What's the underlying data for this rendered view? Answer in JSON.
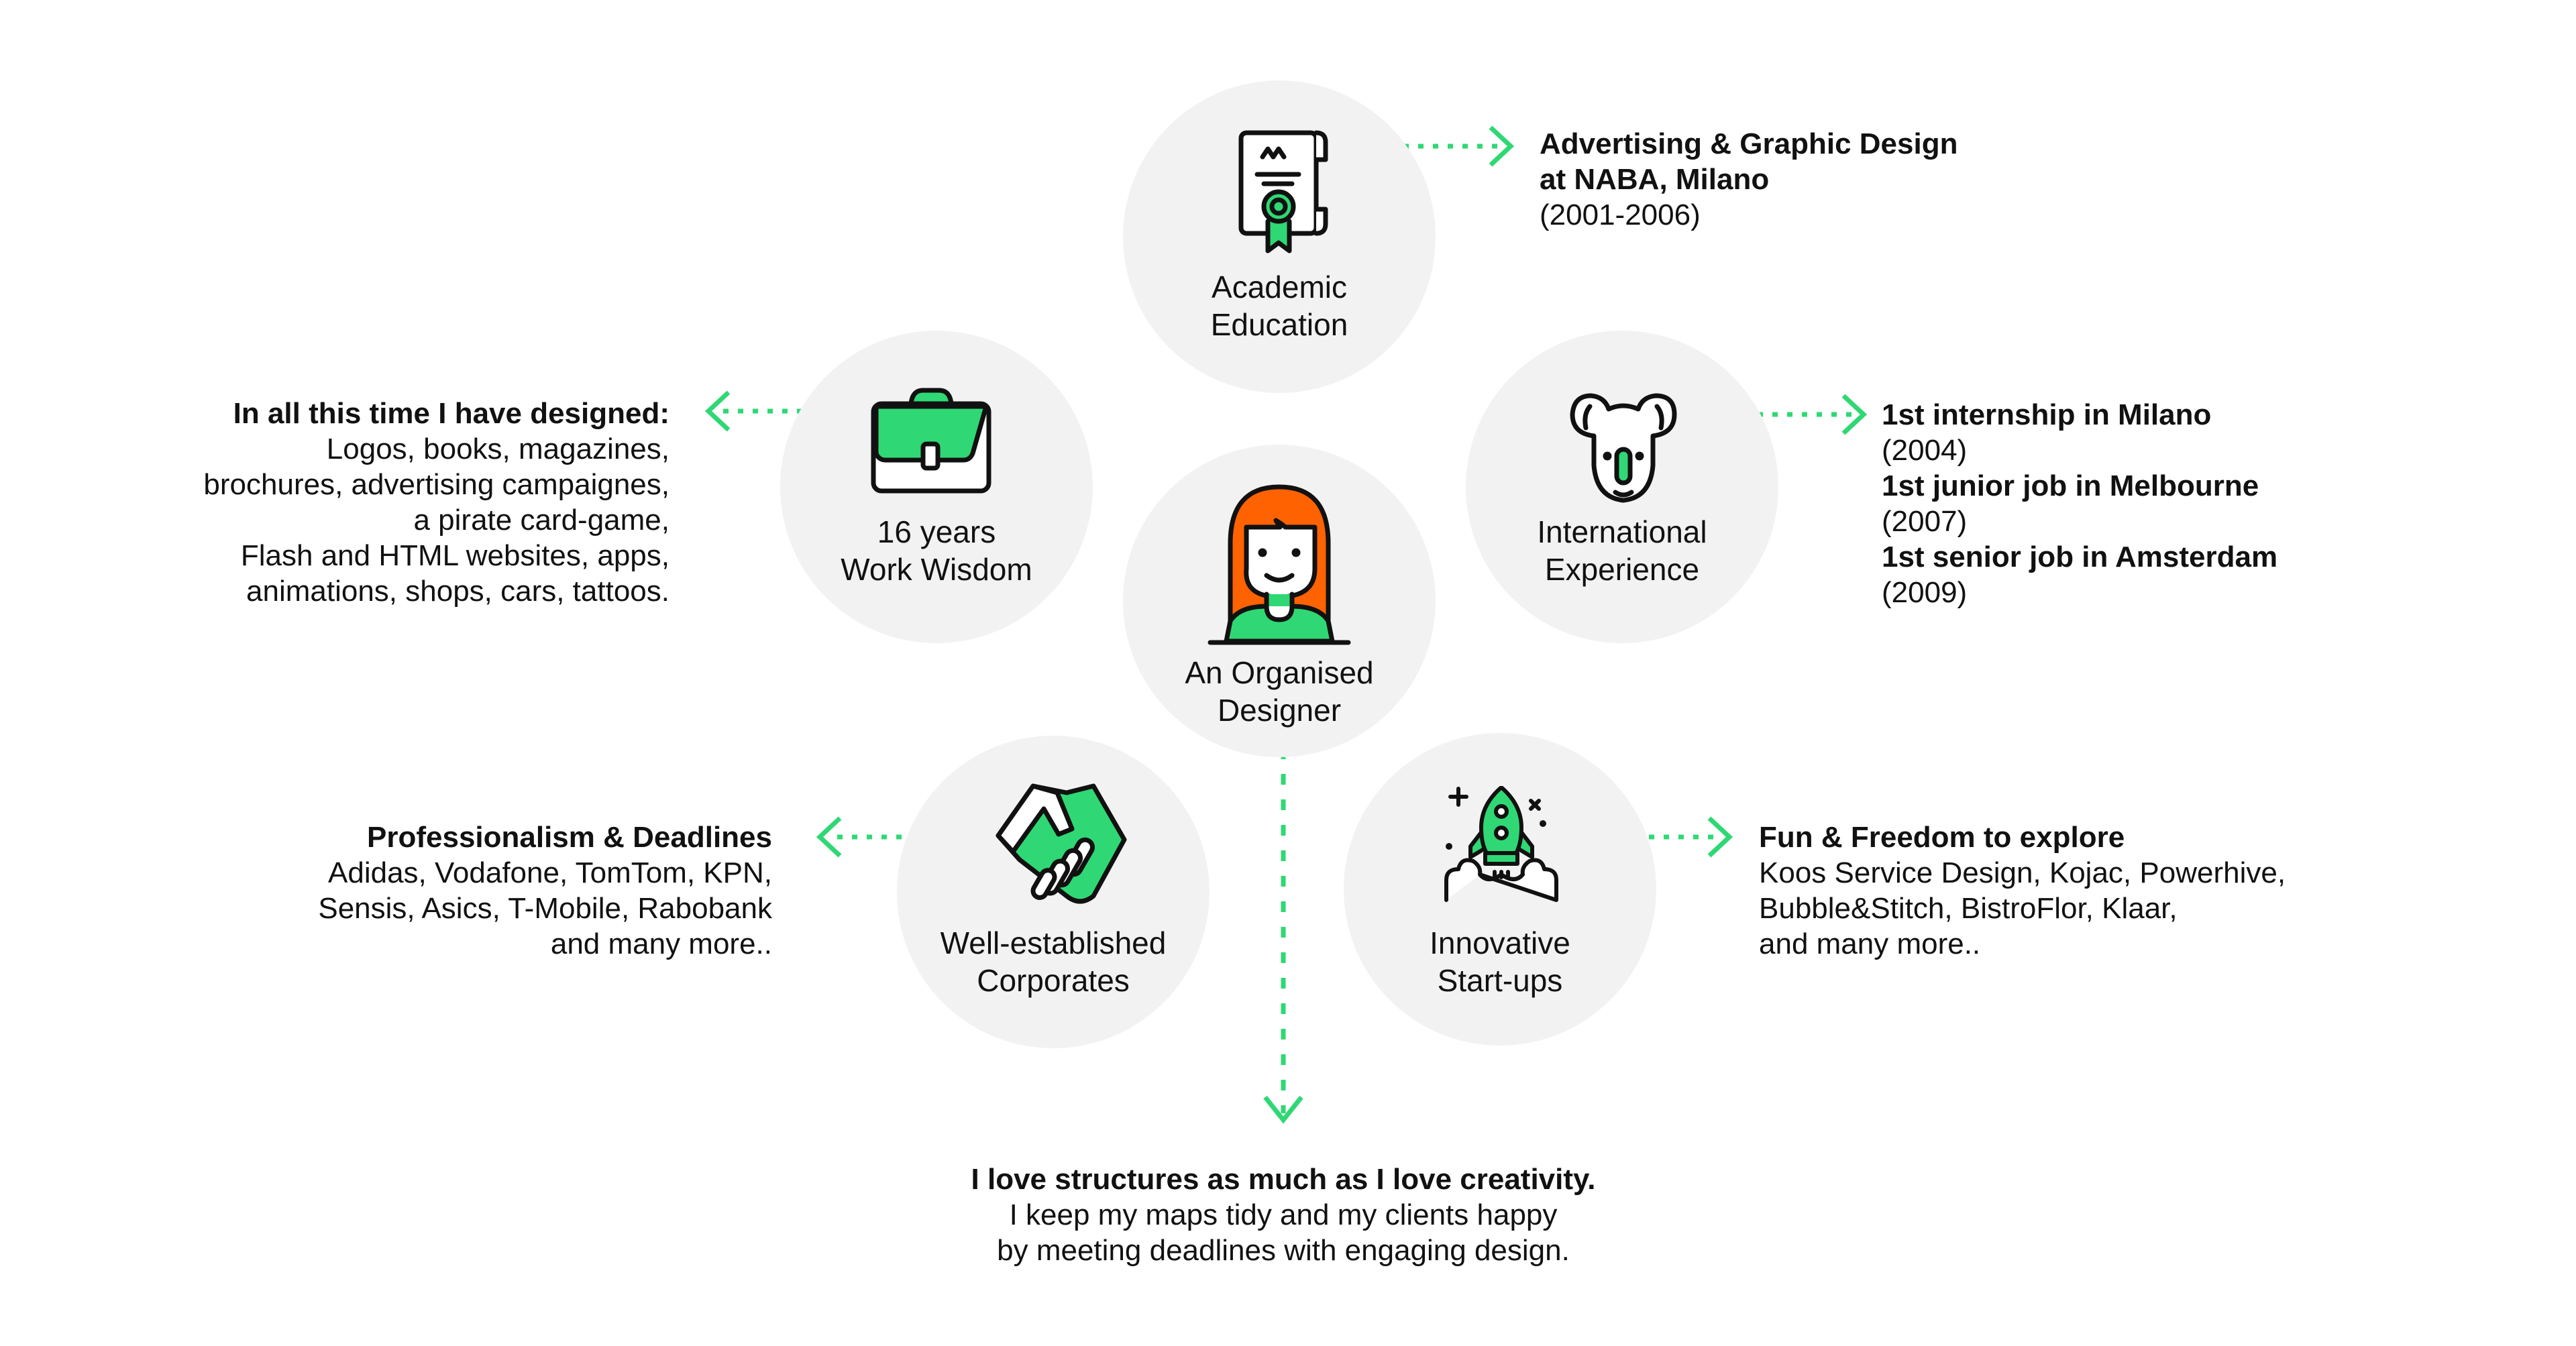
{
  "colors": {
    "accent": "#2fd874",
    "circle_bg": "#f2f2f2",
    "text": "#111111",
    "hair": "#ff6200"
  },
  "center": {
    "label_1": "An Organised",
    "label_2": "Designer",
    "icon": "designer-avatar-icon"
  },
  "nodes": {
    "academic": {
      "label_1": "Academic",
      "label_2": "Education",
      "icon": "diploma-icon",
      "detail": {
        "title_1": "Advertising & Graphic Design",
        "title_2": "at NABA, Milano",
        "years": "(2001-2006)"
      }
    },
    "work": {
      "label_1": "16 years",
      "label_2": "Work Wisdom",
      "icon": "briefcase-icon",
      "detail": {
        "title": "In all this time I have designed:",
        "lines": [
          "Logos, books, magazines,",
          "brochures, advertising campaignes,",
          "a pirate card-game,",
          "Flash and HTML websites, apps,",
          "animations, shops, cars, tattoos."
        ]
      }
    },
    "international": {
      "label_1": "International",
      "label_2": "Experience",
      "icon": "koala-icon",
      "detail": {
        "items": [
          {
            "title": "1st internship in Milano",
            "year": "(2004)"
          },
          {
            "title": "1st junior job in Melbourne",
            "year": "(2007)"
          },
          {
            "title": "1st senior job in Amsterdam",
            "year": "(2009)"
          }
        ]
      }
    },
    "corporates": {
      "label_1": "Well-established",
      "label_2": "Corporates",
      "icon": "handshake-icon",
      "detail": {
        "title": "Professionalism & Deadlines",
        "lines": [
          "Adidas, Vodafone, TomTom, KPN,",
          "Sensis, Asics, T-Mobile, Rabobank",
          "and many more.."
        ]
      }
    },
    "startups": {
      "label_1": "Innovative",
      "label_2": "Start-ups",
      "icon": "rocket-icon",
      "detail": {
        "title": "Fun & Freedom to explore",
        "lines": [
          "Koos Service Design, Kojac, Powerhive,",
          "Bubble&Stitch, BistroFlor, Klaar,",
          "and many more.."
        ]
      }
    }
  },
  "summary": {
    "title": "I love structures as much as I love creativity.",
    "lines": [
      "I keep my maps tidy and my clients happy",
      "by meeting deadlines with engaging design."
    ]
  }
}
